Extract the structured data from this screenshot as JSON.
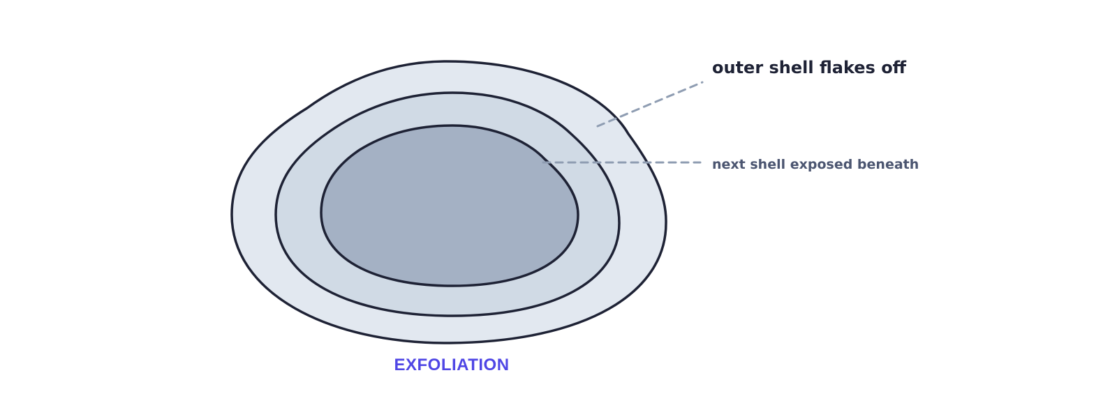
{
  "diagram": {
    "title": "EXFOLIATION",
    "labels": {
      "outer": "outer shell flakes off",
      "next": "next shell exposed beneath"
    }
  },
  "colors": {
    "outline": "#1e2235",
    "outer_fill": "#e2e8f0",
    "middle_fill": "#d0dae5",
    "inner_fill": "#a4b1c4",
    "leader_line": "#8f9db2",
    "label_primary": "#1e2235",
    "label_secondary": "#4b5570",
    "title": "#4f46e5"
  }
}
